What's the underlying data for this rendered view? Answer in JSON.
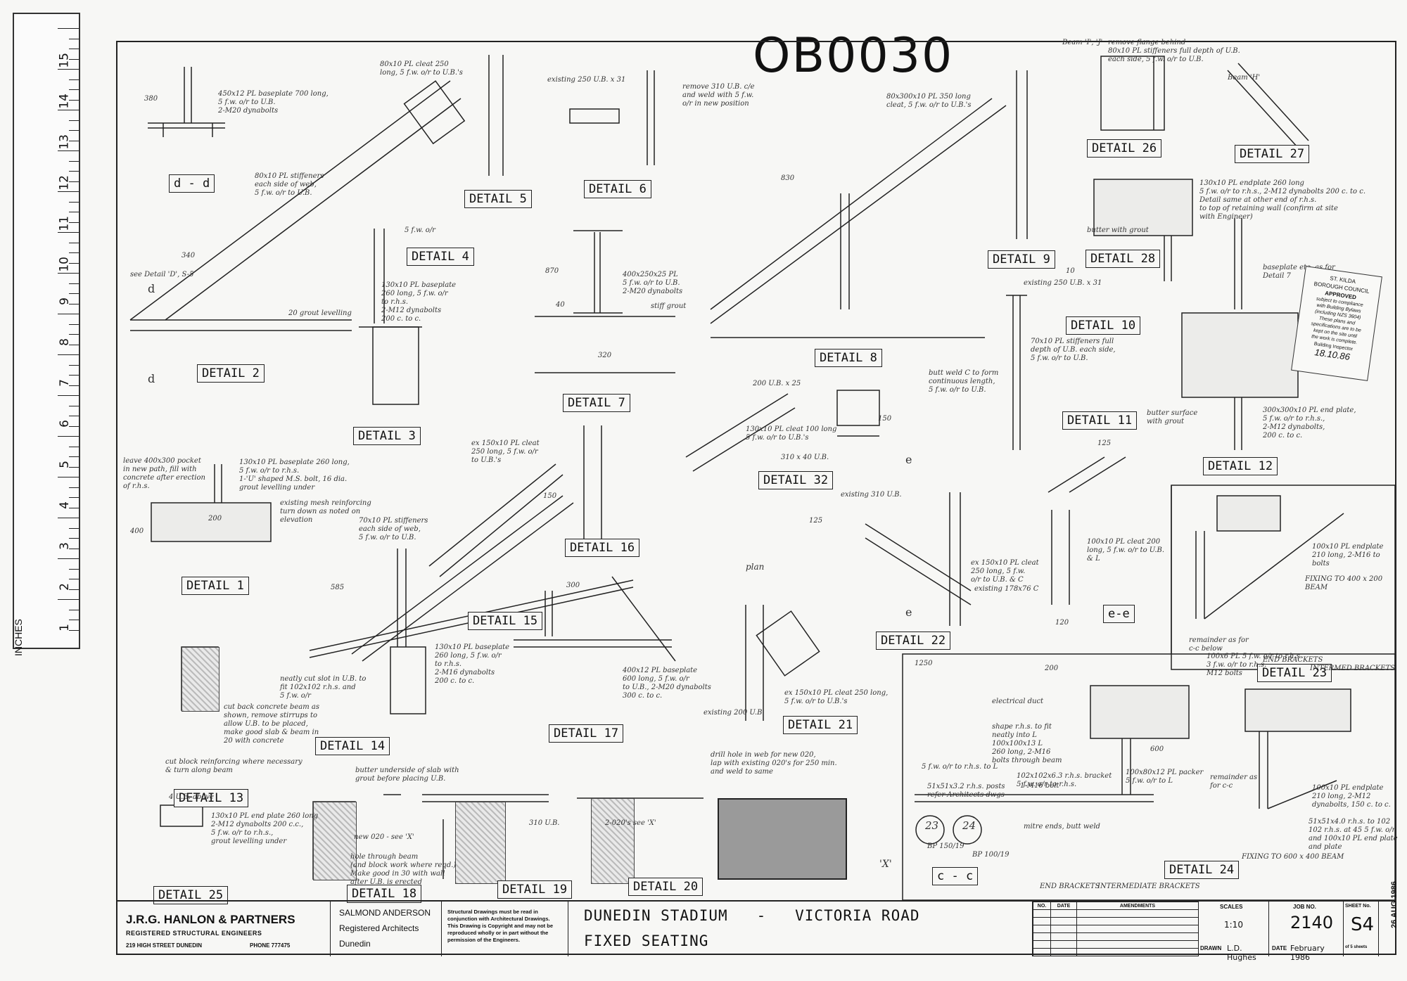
{
  "reference_number": "OB0030",
  "ruler": {
    "numbers": [
      "15",
      "14",
      "13",
      "12",
      "11",
      "10",
      "9",
      "8",
      "7",
      "6",
      "5",
      "4",
      "3",
      "2",
      "1"
    ],
    "unit_label": "INCHES"
  },
  "details": [
    {
      "id": "d-d",
      "label": "d - d"
    },
    {
      "id": "detail-5",
      "label": "DETAIL 5"
    },
    {
      "id": "detail-6",
      "label": "DETAIL 6"
    },
    {
      "id": "detail-26",
      "label": "DETAIL 26"
    },
    {
      "id": "detail-27",
      "label": "DETAIL 27"
    },
    {
      "id": "detail-4",
      "label": "DETAIL 4"
    },
    {
      "id": "detail-9",
      "label": "DETAIL 9"
    },
    {
      "id": "detail-28",
      "label": "DETAIL 28"
    },
    {
      "id": "detail-2",
      "label": "DETAIL 2"
    },
    {
      "id": "detail-3",
      "label": "DETAIL 3"
    },
    {
      "id": "detail-7",
      "label": "DETAIL 7"
    },
    {
      "id": "detail-8",
      "label": "DETAIL 8"
    },
    {
      "id": "detail-10",
      "label": "DETAIL 10"
    },
    {
      "id": "detail-11",
      "label": "DETAIL 11"
    },
    {
      "id": "detail-12",
      "label": "DETAIL 12"
    },
    {
      "id": "detail-32",
      "label": "DETAIL 32"
    },
    {
      "id": "detail-16",
      "label": "DETAIL 16"
    },
    {
      "id": "detail-1",
      "label": "DETAIL 1"
    },
    {
      "id": "detail-15",
      "label": "DETAIL 15"
    },
    {
      "id": "detail-22",
      "label": "DETAIL 22"
    },
    {
      "id": "e-e",
      "label": "e-e"
    },
    {
      "id": "detail-23",
      "label": "DETAIL 23"
    },
    {
      "id": "detail-14",
      "label": "DETAIL 14"
    },
    {
      "id": "detail-17",
      "label": "DETAIL 17"
    },
    {
      "id": "detail-21",
      "label": "DETAIL 21"
    },
    {
      "id": "detail-13",
      "label": "DETAIL 13"
    },
    {
      "id": "detail-25",
      "label": "DETAIL 25"
    },
    {
      "id": "detail-18",
      "label": "DETAIL 18"
    },
    {
      "id": "detail-19",
      "label": "DETAIL 19"
    },
    {
      "id": "detail-20",
      "label": "DETAIL 20"
    },
    {
      "id": "c-c",
      "label": "c - c"
    },
    {
      "id": "detail-24",
      "label": "DETAIL 24"
    }
  ],
  "annotations": {
    "baseplate_dd": "450x12 PL baseplate 700 long,\n5 f.w. o/r to U.B.\n2-M20 dynabolts",
    "stiffeners_dd": "80x10 PL stiffeners\neach side of web,\n5 f.w. o/r to U.B.",
    "cleat_d5": "80x10 PL cleat 250\nlong, 5 f.w. o/r to U.B.'s",
    "existing_d5": "existing 250 U.B. x 31",
    "remove_d6": "remove 310 U.B. c/e\nand weld with 5 f.w.\no/r in new position",
    "cleat_d9": "80x300x10 PL 350 long\ncleat, 5 f.w. o/r to U.B.'s",
    "beam_i_j": "Beam 'I', 'J'",
    "remove_flange": "remove flange behind\n80x10 PL stiffeners full depth of U.B.\neach side, 5 f.w. o/r to U.B.",
    "beam_h": "Beam 'H'",
    "endplate_d28": "130x10 PL endplate 260 long\n5 f.w. o/r to r.h.s., 2-M12 dynabolts 200 c. to c.\nDetail same at other end of r.h.s.\nto top of retaining wall (confirm at site\nwith Engineer)",
    "butter_grout": "butter with grout",
    "grout_levelling": "20 grout levelling",
    "see_detail": "see Detail 'D', S-5",
    "fw_or": "5 f.w. o/r",
    "baseplate_d3": "130x10 PL baseplate\n260 long, 5 f.w. o/r\nto r.h.s.\n2-M12 dynabolts\n200 c. to c.",
    "baseplate_d7": "400x250x25 PL\n5 f.w. o/r to U.B.\n2-M20 dynabolts",
    "stiff_grout": "stiff grout",
    "existing_250": "existing 250 U.B. x 31",
    "stiffeners_d10": "70x10 PL stiffeners full\ndepth of U.B. each side,\n5 f.w. o/r to U.B.",
    "butt_weld": "butt weld C to form\ncontinuous length,\n5 f.w. o/r to U.B.",
    "baseplate_d12": "baseplate etc. as for\nDetail 7",
    "butter_surface": "butter surface\nwith grout",
    "plate_d12": "300x300x10 PL end plate,\n5 f.w. o/r to r.h.s.,\n2-M12 dynabolts,\n200 c. to c.",
    "d32_200": "200 U.B. x 25",
    "d32_cleat": "130x10 PL cleat 100 long\n5 f.w. o/r to U.B.'s",
    "d32_310": "310 x 40 U.B.",
    "existing_310": "existing 310 U.B.",
    "cleat_d16": "ex 150x10 PL cleat\n250 long, 5 f.w. o/r\nto U.B.'s",
    "stiffeners_d16": "70x10 PL stiffeners\neach side of web,\n5 f.w. o/r to U.B.",
    "pocket_d1": "leave 400x300 pocket\nin new path, fill with\nconcrete after erection\nof r.h.s.",
    "baseplate_d1": "130x10 PL baseplate 260 long,\n5 f.w. o/r to r.h.s.\n1-'U' shaped M.S. bolt, 16 dia.\ngrout levelling under",
    "mesh_d1": "existing mesh reinforcing\nturn down as noted on\nelevation",
    "cleat_d22": "ex 150x10 PL cleat\n250 long, 5 f.w.\no/r to U.B. & C",
    "existing_178": "existing 178x76 C",
    "cleat_ee": "100x10 PL cleat 200\nlong, 5 f.w. o/r to U.B.\n& L",
    "bracket_beam": "100x10 PL endplate\n210 long, 2-M16 to\nbolts",
    "fixing_400": "FIXING TO 400 x 200 BEAM",
    "end_brackets": "END BRACKETS",
    "intermed_brackets": "INTERMED BRACKETS",
    "slot_d14": "neatly cut slot in U.B. to\nfit 102x102 r.h.s. and\n5 f.w. o/r",
    "cut_back_d14": "cut back concrete beam as\nshown, remove stirrups to\nallow U.B. to be placed,\nmake good slab & beam in\n20 with concrete",
    "baseplate_d17": "130x10 PL baseplate\n260 long, 5 f.w. o/r\nto r.h.s.\n2-M16 dynabolts\n200 c. to c.",
    "plate_d17": "400x12 PL baseplate\n600 long, 5 f.w. o/r\nto U.B., 2-M20 dynabolts\n300 c. to c.",
    "existing_200": "existing 200 U.B.",
    "cleat_d21": "ex 150x10 PL cleat 250 long,\n5 f.w. o/r to U.B.'s",
    "bent_bar_d13": "cut block reinforcing where necessary\n& turn along beam",
    "d25_ub": "4 U.B. above",
    "plate_d25": "130x10 PL end plate 260 long\n2-M12 dynabolts 200 c.c.,\n5 f.w. o/r to r.h.s.,\ngrout levelling under",
    "butter_slab": "butter underside of slab with\ngrout before placing U.B.",
    "new_020": "new 020 - see 'X'",
    "hole_beam": "hole through beam\n(and block work where reqd.)\nMake good in 30 with wall\nafter U.B. is erected",
    "drill_hole": "drill hole in web for new 020,\nlap with existing 020's for 250 min.\nand weld to same",
    "bars_d19": "2-020's see 'X'",
    "x_label": "'X'",
    "electrical_duct": "electrical duct",
    "shape_rhs": "shape r.h.s. to fit\nneatly into L",
    "angle_d24": "100x100x13 L\n260 long, 2-M16\nbolts through beam",
    "fw_angle": "5 f.w. o/r to r.h.s. to L",
    "rhs_bracket": "102x102x6.3 r.h.s. bracket\n5 f.w. o/r to r.h.s.",
    "m16_bolt": "1-M16 bolt",
    "packer": "100x80x12 PL packer\n5 f.w. o/r to L",
    "posts_note": "51x51x3.2 r.h.s. posts\nrefer Architects dwgs",
    "bp150": "BP 150/19",
    "bp100": "BP 100/19",
    "mitre_ends": "mitre ends, butt weld",
    "remainder": "remainder as for\nc-c below",
    "cleats_d23": "100x6 PL 5 f.w. o/r to r.h.s.\n3 f.w. o/r to r.h.s.\nM12 bolts",
    "remainder_2": "remainder as\nfor c-c",
    "endplate_d24": "100x10 PL endplate\n210 long, 2-M12\ndynabolts, 150 c. to c.",
    "rhs_d24": "51x51x4.0 r.h.s. to 102\n102 r.h.s. at 45 5 f.w. o/r\nand 100x10 PL end plate\nand plate",
    "fixing_600": "FIXING TO 600 x 400 BEAM",
    "end_brackets_2": "END BRACKETS",
    "intermediate_brackets": "INTERMEDIATE BRACKETS",
    "num_23": "23",
    "num_24": "24",
    "plan": "plan"
  },
  "dims": {
    "d1": "380",
    "d2": "340",
    "d3": "200",
    "d4": "320",
    "d5": "870",
    "d6": "830",
    "d7": "300",
    "d8": "585",
    "d9": "150",
    "d10": "150",
    "d11": "125",
    "d12": "1250",
    "d13": "200",
    "d14": "310 U.B.",
    "d15": "400",
    "d16": "600",
    "d17": "10",
    "d18": "40",
    "d19": "120",
    "d20": "125"
  },
  "section_marks": [
    "d",
    "d",
    "e",
    "e"
  ],
  "title_block": {
    "firm_name": "J.R.G. HANLON & PARTNERS",
    "firm_sub": "REGISTERED STRUCTURAL ENGINEERS",
    "firm_address": "219 HIGH STREET  DUNEDIN",
    "firm_phone": "PHONE 777475",
    "architect_name": "SALMOND ANDERSON",
    "architect_sub": "Registered Architects",
    "architect_city": "Dunedin",
    "legal_note": "Structural Drawings must be read in conjunction with Architectural Drawings. This Drawing is Copyright and may not be reproduced wholly or in part without the permission of the Engineers.",
    "project_line1": "DUNEDIN STADIUM   -   VICTORIA ROAD",
    "project_line2": "FIXED SEATING",
    "amend_headers": [
      "NO.",
      "DATE",
      "AMENDMENTS"
    ],
    "scales_label": "SCALES",
    "scale_value": "1:10",
    "job_label": "JOB NO.",
    "job_value": "2140",
    "sheet_label": "SHEET No.",
    "sheet_value": "S4",
    "sheet_of": "of 5 sheets",
    "drawn_label": "DRAWN",
    "drawn_value": "L.D. Hughes",
    "date_label": "DATE",
    "date_value": "February 1986"
  },
  "stamp": {
    "line1": "ST. KILDA",
    "line2": "BOROUGH COUNCIL",
    "line3": "APPROVED",
    "line4": "subject to compliance\nwith Building Bylaws\n(including NZS 3604)\nThese plans and\nspecifications are to be\nkept on the site until\nthe work is complete.",
    "line5": "Building Inspector",
    "line6": "18.10.86"
  },
  "received_date": "26 AUG 1986"
}
